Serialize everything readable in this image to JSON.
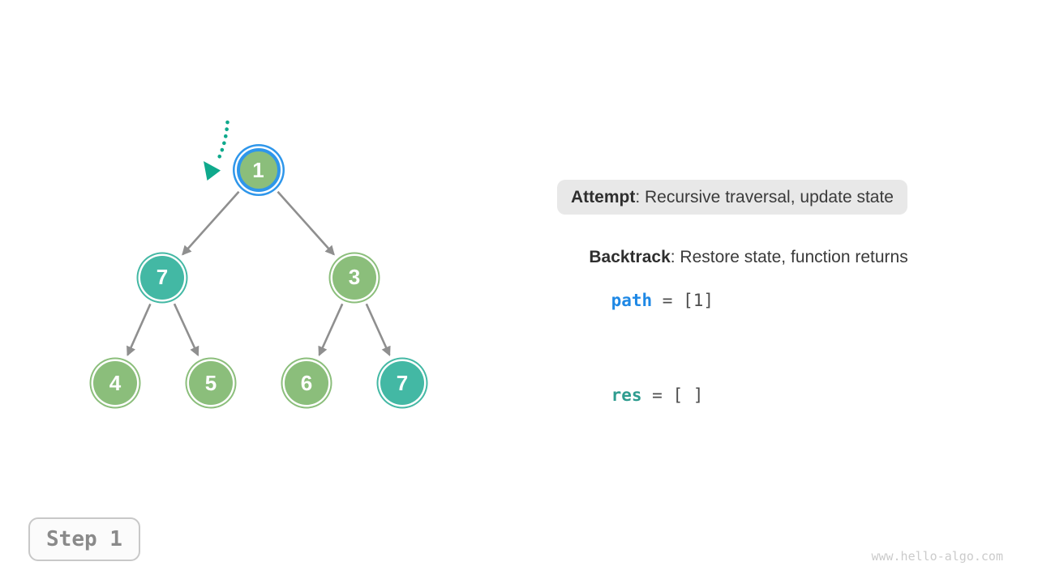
{
  "tree": {
    "nodes": [
      {
        "id": "n1",
        "label": "1",
        "color": "green",
        "highlighted": true
      },
      {
        "id": "n2",
        "label": "7",
        "color": "teal",
        "highlighted": false
      },
      {
        "id": "n3",
        "label": "3",
        "color": "green",
        "highlighted": false
      },
      {
        "id": "n4",
        "label": "4",
        "color": "green",
        "highlighted": false
      },
      {
        "id": "n5",
        "label": "5",
        "color": "green",
        "highlighted": false
      },
      {
        "id": "n6",
        "label": "6",
        "color": "green",
        "highlighted": false
      },
      {
        "id": "n7",
        "label": "7",
        "color": "teal",
        "highlighted": false
      }
    ],
    "edges": [
      [
        "n1",
        "n2"
      ],
      [
        "n1",
        "n3"
      ],
      [
        "n2",
        "n4"
      ],
      [
        "n2",
        "n5"
      ],
      [
        "n3",
        "n6"
      ],
      [
        "n3",
        "n7"
      ]
    ]
  },
  "panel": {
    "attempt_label": "Attempt",
    "attempt_text": ": Recursive traversal, update state",
    "backtrack_label": "Backtrack",
    "backtrack_text": ": Restore state, function returns",
    "path_var": "path",
    "path_value": " = [1]",
    "res_var": "res",
    "res_value": " = [ ]"
  },
  "step": {
    "label": "Step 1"
  },
  "watermark": "www.hello-algo.com",
  "colors": {
    "node_green": "#8BBE7B",
    "node_teal": "#43B8A4",
    "highlight_ring": "#2E96EA",
    "edge": "#8F8F8F",
    "pointer_arrow": "#0FA98C",
    "keyword_path": "#1E88E5",
    "keyword_res": "#2E9C8F",
    "attempt_bg": "#E8E8E8",
    "text_dark": "#3A3A3A",
    "step_text": "#8A8A8A",
    "watermark": "#CBCBCB"
  }
}
